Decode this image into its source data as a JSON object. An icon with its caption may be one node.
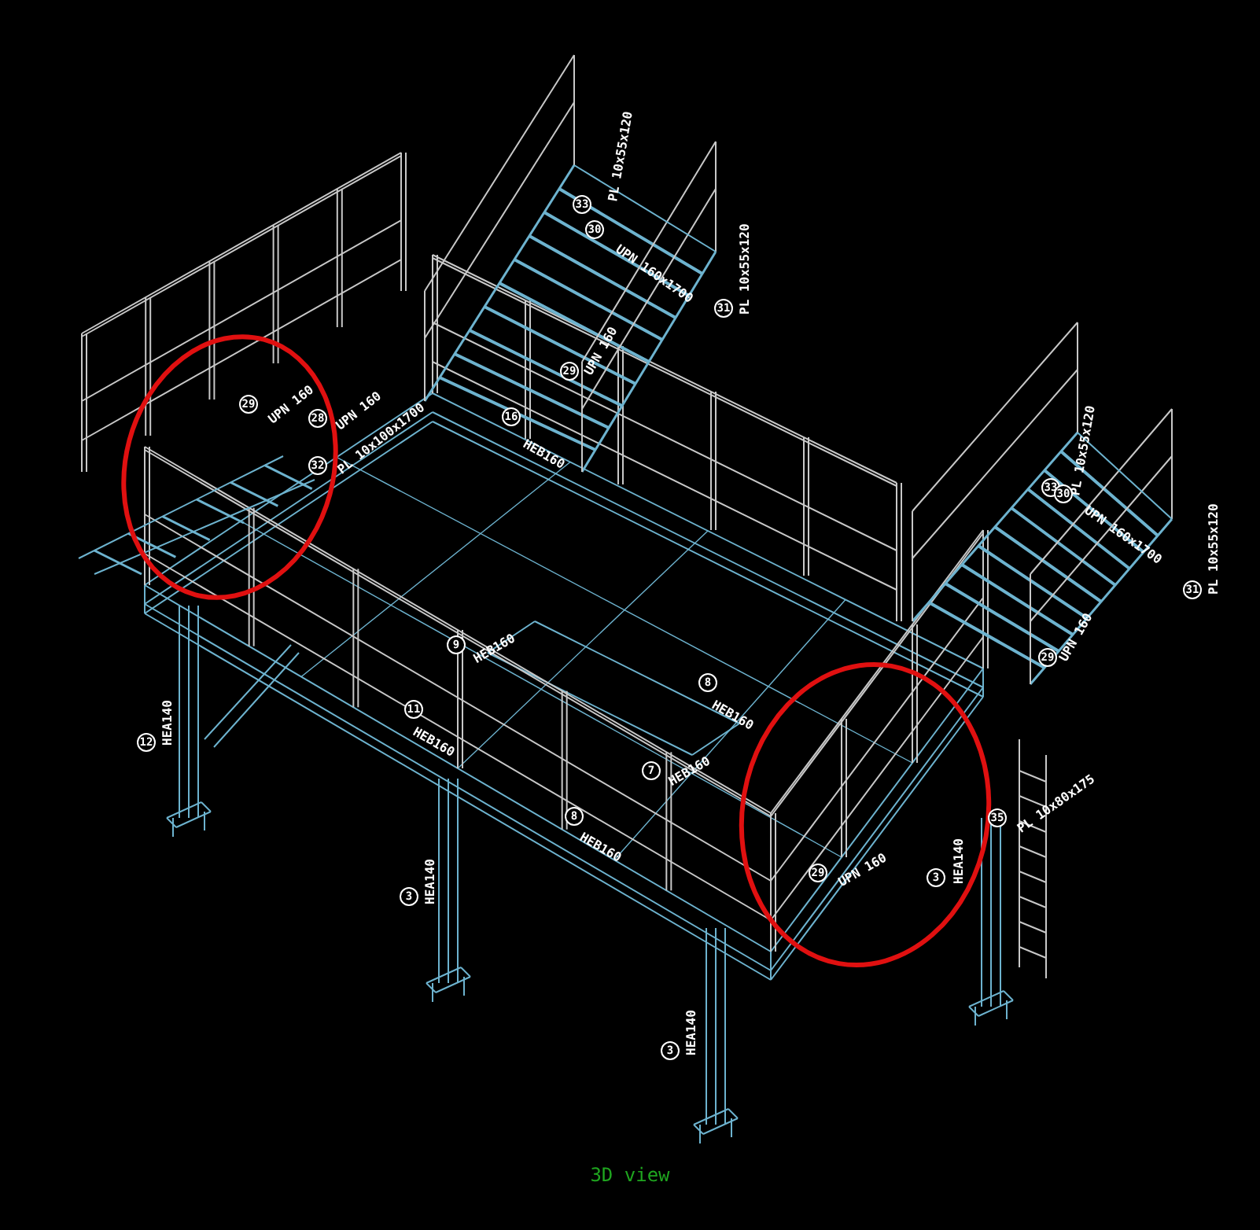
{
  "diagram": {
    "caption": "3D view",
    "labels": [
      "33",
      "PL 10x55x120",
      "30",
      "UPN 160x1700",
      "31",
      "PL 10x55x120",
      "29",
      "UPN 160",
      "28",
      "UPN 160",
      "32",
      "PL 10x100x1700",
      "16",
      "HEB160",
      "29",
      "UPN 160",
      "33",
      "PL 10x55x120",
      "30",
      "UPN 160x1700",
      "31",
      "PL 10x55x120",
      "29",
      "UPN 160",
      "9",
      "HEB160",
      "8",
      "HEB160",
      "12",
      "HEA140",
      "11",
      "HEB160",
      "7",
      "HEB160",
      "8",
      "HEB160",
      "3",
      "HEA140",
      "29",
      "UPN 160",
      "3",
      "HEA140",
      "35",
      "PL 10x80x175",
      "3",
      "HEA140"
    ]
  }
}
